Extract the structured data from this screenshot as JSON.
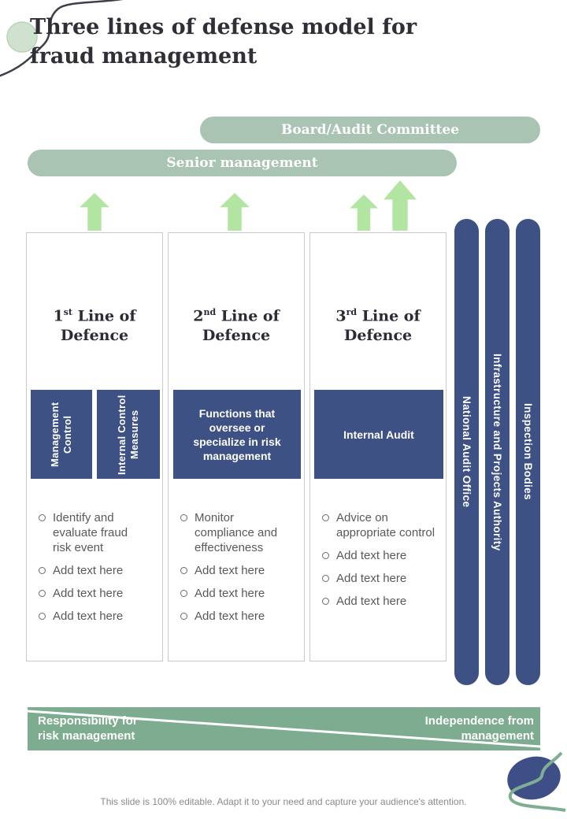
{
  "title": {
    "line1": "Three lines of defense model for",
    "line2": "fraud management"
  },
  "top_bars": {
    "board": "Board/Audit Committee",
    "senior": "Senior management"
  },
  "cards": [
    {
      "heading": {
        "num": "1",
        "sup": "st",
        "rest": " Line of",
        "line2": "Defence"
      },
      "boxes": [
        "Management Control",
        "Internal Control Measures"
      ],
      "items": [
        "Identify and\nevaluate fraud\nrisk event",
        "Add text here",
        "Add text here",
        "Add text here"
      ]
    },
    {
      "heading": {
        "num": "2",
        "sup": "nd",
        "rest": " Line of",
        "line2": "Defence"
      },
      "boxes": [
        "Functions that\noversee or\nspecialize in risk\nmanagement"
      ],
      "items": [
        "Monitor\ncompliance and\neffectiveness",
        "Add text here",
        "Add text here",
        "Add text here"
      ]
    },
    {
      "heading": {
        "num": "3",
        "sup": "rd",
        "rest": " Line of",
        "line2": "Defence"
      },
      "boxes": [
        "Internal Audit"
      ],
      "items": [
        "Advice on\nappropriate control",
        "Add text here",
        "Add text here",
        "Add text here"
      ]
    }
  ],
  "side_pills": [
    "National Audit Office",
    "Infrastructure and Projects Authority",
    "Inspection Bodies"
  ],
  "banner": {
    "left_line1": "Responsibility for",
    "left_line2": "risk management",
    "right_line1": "Independence from",
    "right_line2": "management"
  },
  "footer": "This slide is 100% editable. Adapt it to your need and capture your audience's attention.",
  "icons": {
    "top_left": "mouse-cord-icon",
    "bottom_right": "mouse-icon"
  },
  "colors": {
    "navy": "#3d5185",
    "pill_green": "#a9c4b3",
    "banner_green": "#7dac90",
    "arrow_green": "#b2e5a2",
    "text_dark": "#2f2f38",
    "text_gray": "#595959"
  }
}
